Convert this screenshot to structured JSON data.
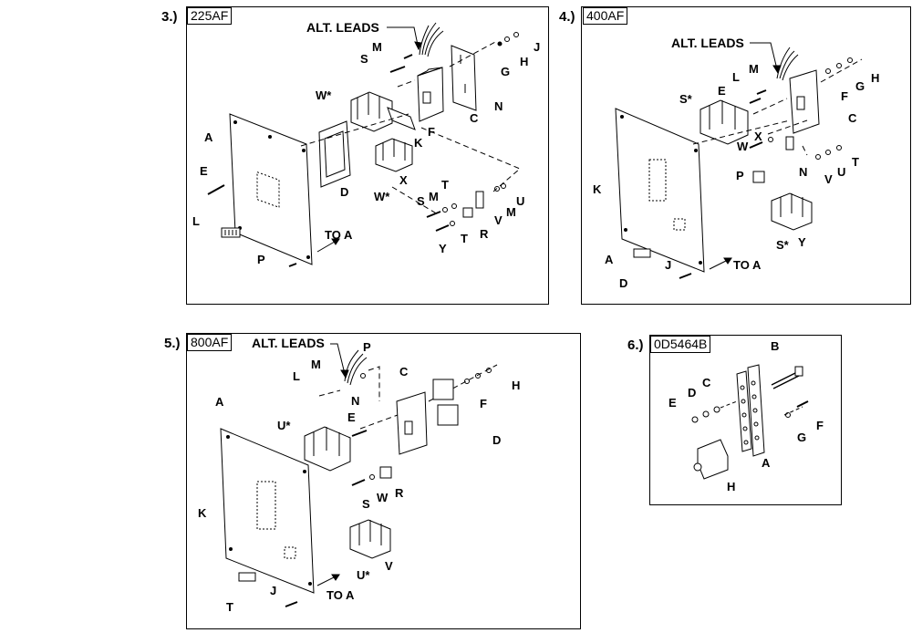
{
  "panels": [
    {
      "number": "3.)",
      "rating": "225AF"
    },
    {
      "number": "4.)",
      "rating": "400AF"
    },
    {
      "number": "5.)",
      "rating": "800AF"
    },
    {
      "number": "6.)",
      "rating": "0D5464B"
    }
  ],
  "p3": {
    "alt": "ALT. LEADS",
    "to_a": "TO A",
    "labels": {
      "A": "A",
      "E": "E",
      "L": "L",
      "P": "P",
      "D": "D",
      "W1": "W*",
      "W2": "W*",
      "M1": "M",
      "S1": "S",
      "C": "C",
      "N": "N",
      "J": "J",
      "G": "G",
      "H": "H",
      "K": "K",
      "F": "F",
      "X": "X",
      "S2": "S",
      "M2": "M",
      "T1": "T",
      "T2": "T",
      "Y": "Y",
      "R": "R",
      "V": "V",
      "M3": "M",
      "U": "U"
    }
  },
  "p4": {
    "alt": "ALT. LEADS",
    "to_a": "TO A",
    "labels": {
      "S": "S*",
      "E": "E",
      "L": "L",
      "M": "M",
      "F": "F",
      "G": "G",
      "H": "H",
      "C": "C",
      "W": "W",
      "X": "X",
      "N": "N",
      "P": "P",
      "K": "K",
      "V": "V",
      "U": "U",
      "T": "T",
      "A": "A",
      "D": "D",
      "J": "J",
      "S2": "S*",
      "Y": "Y"
    }
  },
  "p5": {
    "alt": "ALT. LEADS",
    "to_a": "TO A",
    "labels": {
      "P": "P",
      "M": "M",
      "L": "L",
      "N": "N",
      "C": "C",
      "H": "H",
      "F": "F",
      "D": "D",
      "A": "A",
      "U1": "U*",
      "E": "E",
      "K": "K",
      "S": "S",
      "W": "W",
      "R": "R",
      "U2": "U*",
      "V": "V",
      "T": "T",
      "J": "J"
    }
  },
  "p6": {
    "labels": {
      "B": "B",
      "E": "E",
      "D": "D",
      "C": "C",
      "F": "F",
      "G": "G",
      "A": "A",
      "H": "H"
    }
  }
}
